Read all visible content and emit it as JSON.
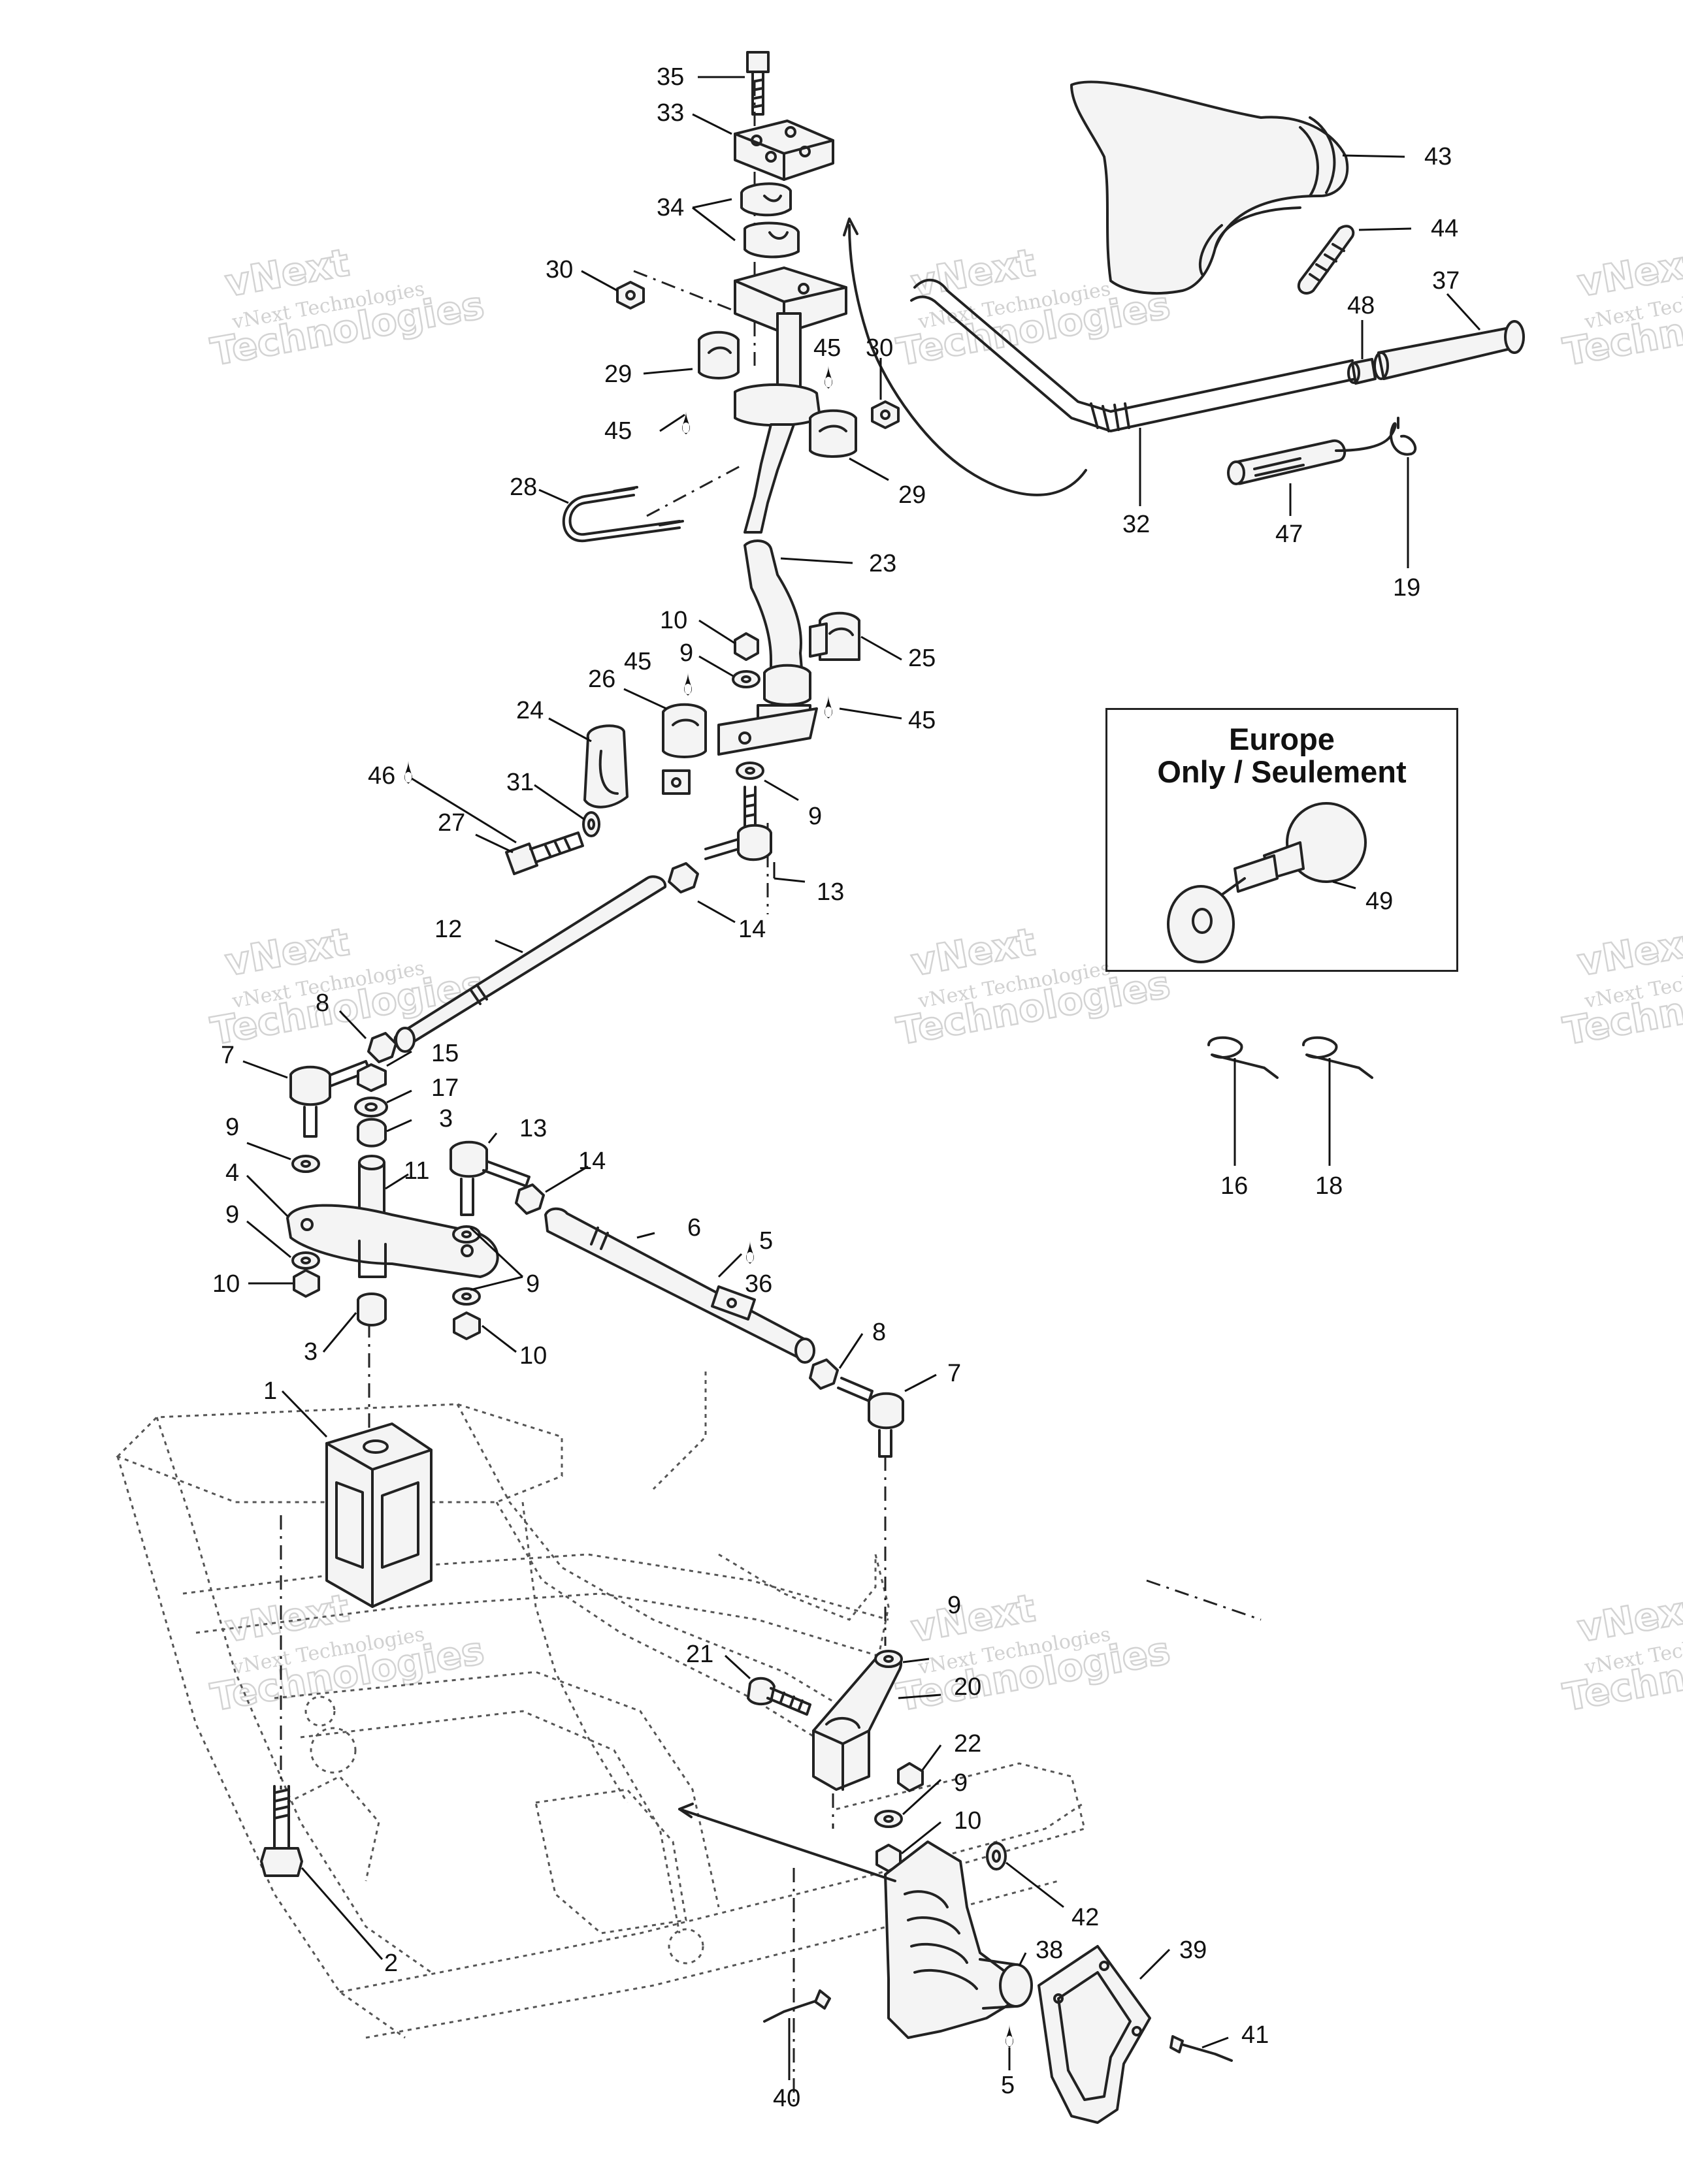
{
  "callouts": [
    {
      "id": "c35",
      "text": "35"
    },
    {
      "id": "c33",
      "text": "33"
    },
    {
      "id": "c34",
      "text": "34"
    },
    {
      "id": "c30a",
      "text": "30"
    },
    {
      "id": "c45a",
      "text": "45"
    },
    {
      "id": "c30b",
      "text": "30"
    },
    {
      "id": "c29a",
      "text": "29"
    },
    {
      "id": "c45b",
      "text": "45"
    },
    {
      "id": "c29b",
      "text": "29"
    },
    {
      "id": "c28",
      "text": "28"
    },
    {
      "id": "c23",
      "text": "23"
    },
    {
      "id": "c10a",
      "text": "10"
    },
    {
      "id": "c9a",
      "text": "9"
    },
    {
      "id": "c25",
      "text": "25"
    },
    {
      "id": "c45c",
      "text": "45"
    },
    {
      "id": "c26",
      "text": "26"
    },
    {
      "id": "c45d",
      "text": "45"
    },
    {
      "id": "c24",
      "text": "24"
    },
    {
      "id": "c46",
      "text": "46"
    },
    {
      "id": "c31",
      "text": "31"
    },
    {
      "id": "c9b",
      "text": "9"
    },
    {
      "id": "c27",
      "text": "27"
    },
    {
      "id": "c13a",
      "text": "13"
    },
    {
      "id": "c14a",
      "text": "14"
    },
    {
      "id": "c12",
      "text": "12"
    },
    {
      "id": "c8a",
      "text": "8"
    },
    {
      "id": "c15",
      "text": "15"
    },
    {
      "id": "c7a",
      "text": "7"
    },
    {
      "id": "c17",
      "text": "17"
    },
    {
      "id": "c3a",
      "text": "3"
    },
    {
      "id": "c9c",
      "text": "9"
    },
    {
      "id": "c13b",
      "text": "13"
    },
    {
      "id": "c4",
      "text": "4"
    },
    {
      "id": "c11",
      "text": "11"
    },
    {
      "id": "c14b",
      "text": "14"
    },
    {
      "id": "c9d",
      "text": "9"
    },
    {
      "id": "c6",
      "text": "6"
    },
    {
      "id": "c5a",
      "text": "5"
    },
    {
      "id": "c36",
      "text": "36"
    },
    {
      "id": "c10b",
      "text": "10"
    },
    {
      "id": "c9e",
      "text": "9"
    },
    {
      "id": "c3b",
      "text": "3"
    },
    {
      "id": "c10c",
      "text": "10"
    },
    {
      "id": "c8b",
      "text": "8"
    },
    {
      "id": "c7b",
      "text": "7"
    },
    {
      "id": "c1",
      "text": "1"
    },
    {
      "id": "c21",
      "text": "21"
    },
    {
      "id": "c9f",
      "text": "9"
    },
    {
      "id": "c20",
      "text": "20"
    },
    {
      "id": "c22",
      "text": "22"
    },
    {
      "id": "c9g",
      "text": "9"
    },
    {
      "id": "c10d",
      "text": "10"
    },
    {
      "id": "c42",
      "text": "42"
    },
    {
      "id": "c38",
      "text": "38"
    },
    {
      "id": "c39",
      "text": "39"
    },
    {
      "id": "c2",
      "text": "2"
    },
    {
      "id": "c41",
      "text": "41"
    },
    {
      "id": "c40",
      "text": "40"
    },
    {
      "id": "c5b",
      "text": "5"
    },
    {
      "id": "c43",
      "text": "43"
    },
    {
      "id": "c44",
      "text": "44"
    },
    {
      "id": "c48",
      "text": "48"
    },
    {
      "id": "c37",
      "text": "37"
    },
    {
      "id": "c32",
      "text": "32"
    },
    {
      "id": "c47",
      "text": "47"
    },
    {
      "id": "c19",
      "text": "19"
    },
    {
      "id": "c49",
      "text": "49"
    },
    {
      "id": "c16",
      "text": "16"
    },
    {
      "id": "c18",
      "text": "18"
    }
  ],
  "europe_box": {
    "line1": "Europe",
    "line2": "Only / Seulement"
  },
  "watermark": {
    "company": "vNext Technologies",
    "word1": "vNext",
    "word2": "Technologies"
  }
}
